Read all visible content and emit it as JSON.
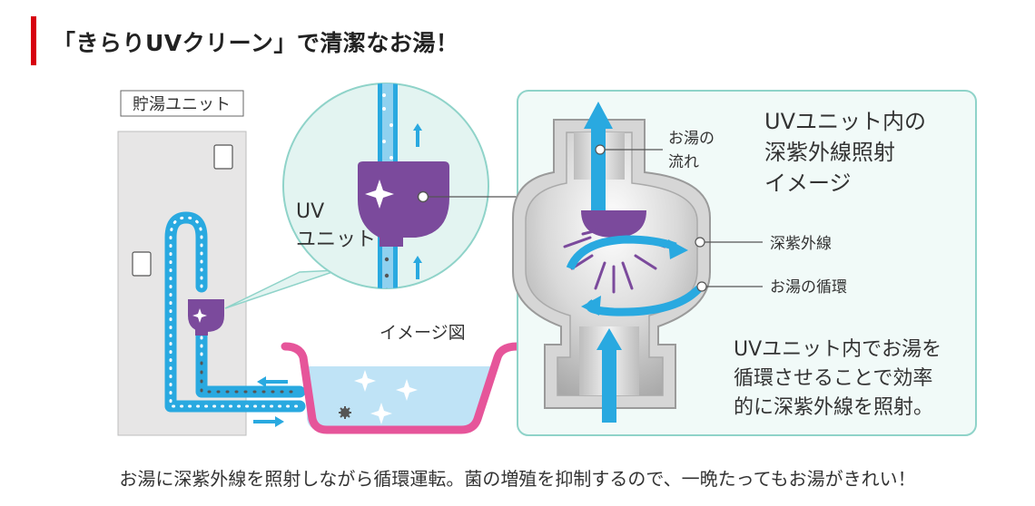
{
  "heading": "「きらりUVクリーン」で清潔なお湯！",
  "labels": {
    "tank": "貯湯ユニット",
    "uv_unit_line1": "UV",
    "uv_unit_line2": "ユニット",
    "image_caption": "イメージ図",
    "uv_title_line1": "UVユニット内の",
    "uv_title_line2": "深紫外線照射",
    "uv_title_line3": "イメージ",
    "hot_water_flow_line1": "お湯の",
    "hot_water_flow_line2": "流れ",
    "deep_uv": "深紫外線",
    "circulation": "お湯の循環",
    "desc_line1": "UVユニット内でお湯を",
    "desc_line2": "循環させることで効率",
    "desc_line3": "的に深紫外線を照射。"
  },
  "caption": "お湯に深紫外線を照射しながら循環運転。菌の増殖を抑制するので、一晩たってもお湯がきれい！",
  "colors": {
    "accent_bar": "#d7000f",
    "water_blue": "#29a9e0",
    "uv_purple": "#7b4a9c",
    "tub_pink": "#e6559a",
    "panel_border": "#8fd3c9",
    "tank_gray": "#e7e6e6"
  },
  "icons": [
    "sparkle-icon",
    "germ-icon",
    "arrow-up-icon",
    "arrow-left-icon",
    "arrow-right-icon"
  ]
}
